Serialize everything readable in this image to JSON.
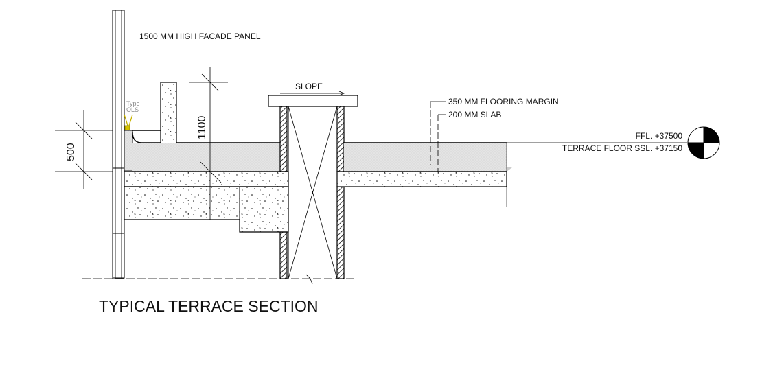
{
  "drawing": {
    "title": "TYPICAL TERRACE SECTION",
    "labels": {
      "facade_panel": "1500 MM HIGH FACADE PANEL",
      "slope": "SLOPE",
      "flooring_margin": "350 MM FLOORING MARGIN",
      "slab": "200 MM SLAB",
      "ffl": "FFL. +37500",
      "terrace_ssl": "TERRACE FLOOR SSL. +37150"
    },
    "dimensions": {
      "parapet_height": "1100",
      "sill_height": "500"
    },
    "tag": {
      "type_label": "Type",
      "code": "OLS"
    }
  },
  "colors": {
    "line": "#000000",
    "screed_fill": "#e6e6e6",
    "concrete_fill": "#ffffff",
    "tag_marker": "#c8b400"
  }
}
